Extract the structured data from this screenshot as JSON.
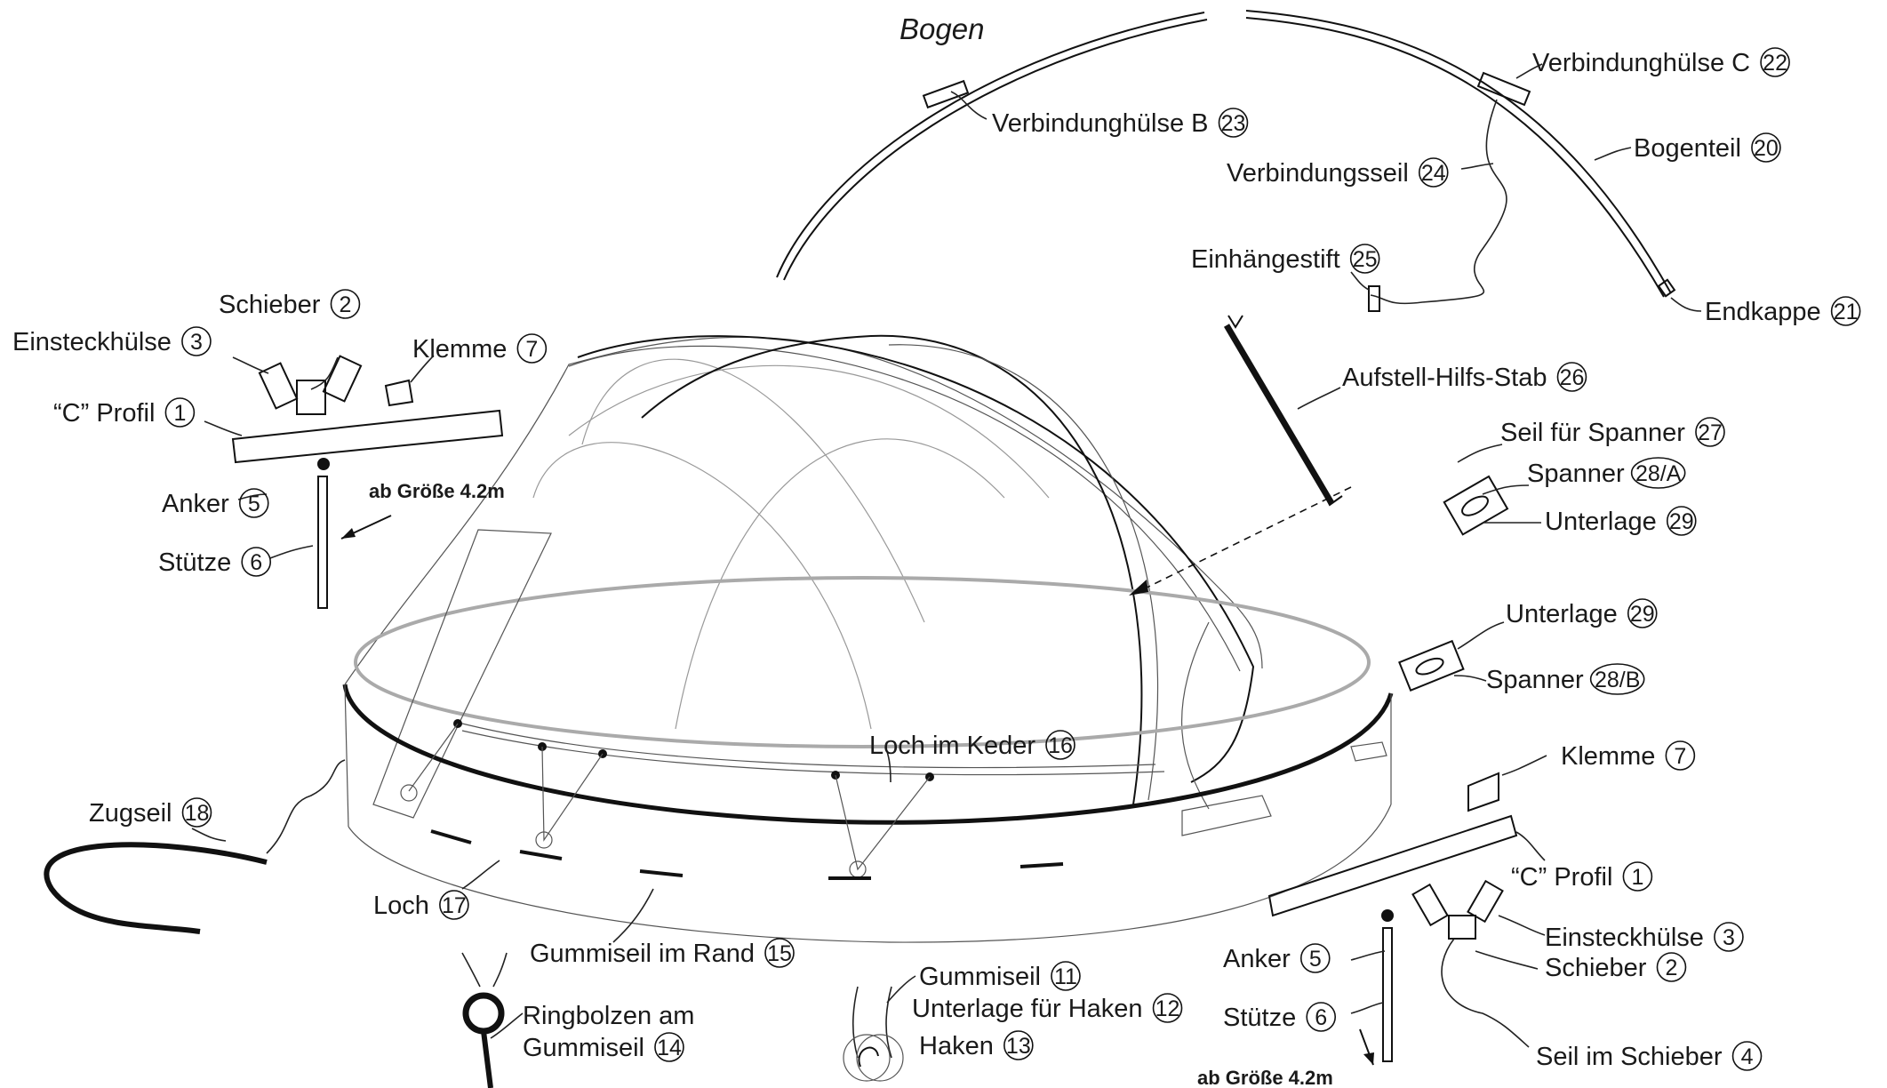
{
  "title": "Bogen",
  "note": "ab Größe 4.2m",
  "labels": [
    {
      "id": "verbindunghuelse-c",
      "text": "Verbindunghülse C",
      "num": "22"
    },
    {
      "id": "verbindunghuelse-b",
      "text": "Verbindunghülse B",
      "num": "23"
    },
    {
      "id": "bogenteil",
      "text": "Bogenteil",
      "num": "20"
    },
    {
      "id": "verbindungsseil",
      "text": "Verbindungsseil",
      "num": "24"
    },
    {
      "id": "einhaengestift",
      "text": "Einhängestift",
      "num": "25"
    },
    {
      "id": "endkappe",
      "text": "Endkappe",
      "num": "21"
    },
    {
      "id": "aufstell-hilfs-stab",
      "text": "Aufstell-Hilfs-Stab",
      "num": "26"
    },
    {
      "id": "seil-fuer-spanner",
      "text": "Seil für Spanner",
      "num": "27"
    },
    {
      "id": "spanner-a",
      "text": "Spanner",
      "num": "28/A"
    },
    {
      "id": "unterlage-top",
      "text": "Unterlage",
      "num": "29"
    },
    {
      "id": "unterlage-bottom",
      "text": "Unterlage",
      "num": "29"
    },
    {
      "id": "spanner-b",
      "text": "Spanner",
      "num": "28/B"
    },
    {
      "id": "schieber-left",
      "text": "Schieber",
      "num": "2"
    },
    {
      "id": "einsteckhuelse-left",
      "text": "Einsteckhülse",
      "num": "3"
    },
    {
      "id": "klemme-left",
      "text": "Klemme",
      "num": "7"
    },
    {
      "id": "c-profil-left",
      "text": "“C” Profil",
      "num": "1"
    },
    {
      "id": "anker-left",
      "text": "Anker",
      "num": "5"
    },
    {
      "id": "stuetze-left",
      "text": "Stütze",
      "num": "6"
    },
    {
      "id": "loch-im-keder",
      "text": "Loch im Keder",
      "num": "16"
    },
    {
      "id": "zugseil",
      "text": "Zugseil",
      "num": "18"
    },
    {
      "id": "loch",
      "text": "Loch",
      "num": "17"
    },
    {
      "id": "gummiseil-im-rand",
      "text": "Gummiseil im Rand",
      "num": "15"
    },
    {
      "id": "klemme-right",
      "text": "Klemme",
      "num": "7"
    },
    {
      "id": "c-profil-right",
      "text": "“C” Profil",
      "num": "1"
    },
    {
      "id": "einsteckhuelse-right",
      "text": "Einsteckhülse",
      "num": "3"
    },
    {
      "id": "schieber-right",
      "text": "Schieber",
      "num": "2"
    },
    {
      "id": "anker-right",
      "text": "Anker",
      "num": "5"
    },
    {
      "id": "stuetze-right",
      "text": "Stütze",
      "num": "6"
    },
    {
      "id": "seil-im-schieber",
      "text": "Seil im Schieber",
      "num": "4"
    },
    {
      "id": "gummiseil",
      "text": "Gummiseil",
      "num": "11"
    },
    {
      "id": "unterlage-fuer-haken",
      "text": "Unterlage für Haken",
      "num": "12"
    },
    {
      "id": "haken",
      "text": "Haken",
      "num": "13"
    },
    {
      "id": "ringbolzen-line1",
      "text": "Ringbolzen am"
    },
    {
      "id": "ringbolzen-line2",
      "text": "Gummiseil",
      "num": "14"
    }
  ]
}
